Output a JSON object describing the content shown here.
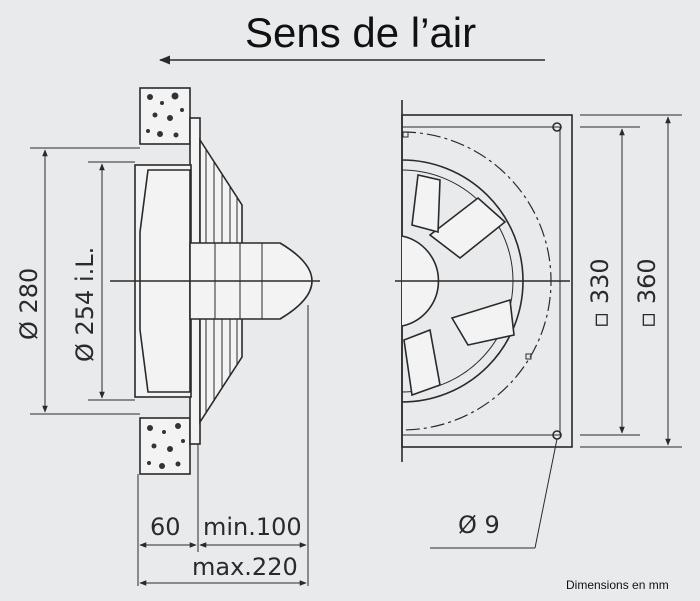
{
  "title": "Sens de l’air",
  "note": "Dimensions en mm",
  "dimensions": {
    "outer_diameter": "Ø 280",
    "inner_diameter": "Ø 254 i.L.",
    "depth_wall": "60",
    "depth_min": "min.100",
    "depth_max": "max.220",
    "inner_square": "▫ 330",
    "outer_square": "▫ 360",
    "hole_diameter": "Ø 9"
  }
}
